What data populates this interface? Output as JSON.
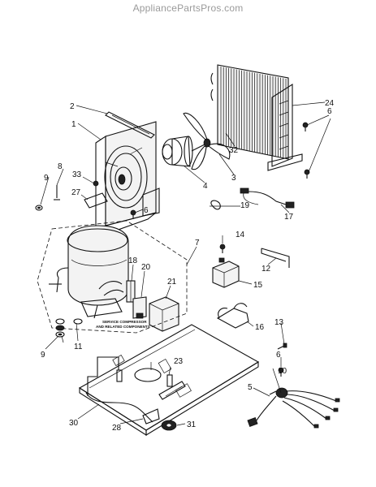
{
  "watermark": "AppliancePartsPros.com",
  "box_note": {
    "line1": "SERVICE COMPRESSOR",
    "line2": "AND RELATED COMPONENTS"
  },
  "callouts": [
    "1",
    "2",
    "3",
    "4",
    "5",
    "6",
    "6",
    "6",
    "7",
    "8",
    "9",
    "9",
    "10",
    "11",
    "12",
    "13",
    "14",
    "15",
    "16",
    "17",
    "18",
    "19",
    "20",
    "21",
    "23",
    "24",
    "27",
    "28",
    "30",
    "31",
    "32",
    "33"
  ]
}
